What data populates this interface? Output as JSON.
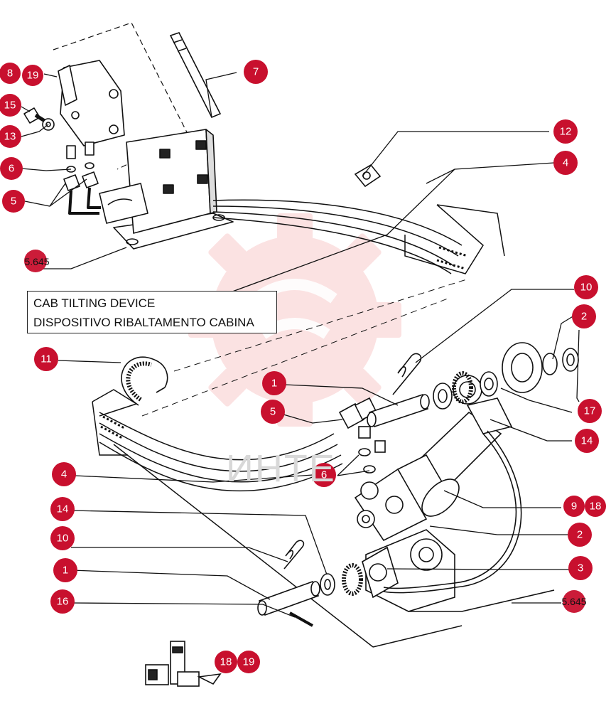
{
  "title": {
    "line1": "CAB TILTING DEVICE",
    "line2": "DISPOSITIVO RIBALTAMENTO CABINA"
  },
  "refs": {
    "top_left": "5.645",
    "bottom_right": "5.645"
  },
  "watermark": {
    "text": "ИНТЕ",
    "color": "#e8262b"
  },
  "callout_color": "#c8102e",
  "callouts": [
    "8",
    "19",
    "7",
    "15",
    "13",
    "12",
    "6",
    "4",
    "5",
    "10",
    "2",
    "11",
    "1",
    "5",
    "17",
    "14",
    "4",
    "6",
    "9",
    "18",
    "14",
    "2",
    "10",
    "3",
    "1",
    "16",
    "18",
    "19"
  ]
}
